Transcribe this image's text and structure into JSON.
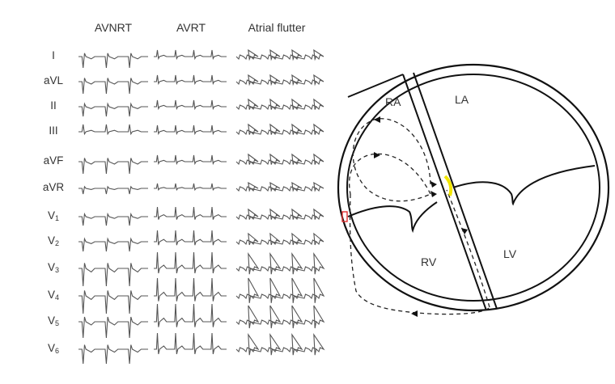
{
  "columns": [
    {
      "label": "AVNRT"
    },
    {
      "label": "AVRT"
    },
    {
      "label": "Atrial flutter"
    }
  ],
  "leads": [
    {
      "name": "I",
      "sub": ""
    },
    {
      "name": "aVL",
      "sub": ""
    },
    {
      "name": "II",
      "sub": ""
    },
    {
      "name": "III",
      "sub": ""
    },
    {
      "name": "aVF",
      "sub": ""
    },
    {
      "name": "aVR",
      "sub": ""
    },
    {
      "name": "V",
      "sub": "1"
    },
    {
      "name": "V",
      "sub": "2"
    },
    {
      "name": "V",
      "sub": "3"
    },
    {
      "name": "V",
      "sub": "4"
    },
    {
      "name": "V",
      "sub": "5"
    },
    {
      "name": "V",
      "sub": "6"
    }
  ],
  "chambers": {
    "ra": "RA",
    "la": "LA",
    "rv": "RV",
    "lv": "LV"
  },
  "colors": {
    "trace": "#555555",
    "outline": "#111111",
    "highlight_yellow": "#f2e600",
    "highlight_red": "#e03030"
  }
}
